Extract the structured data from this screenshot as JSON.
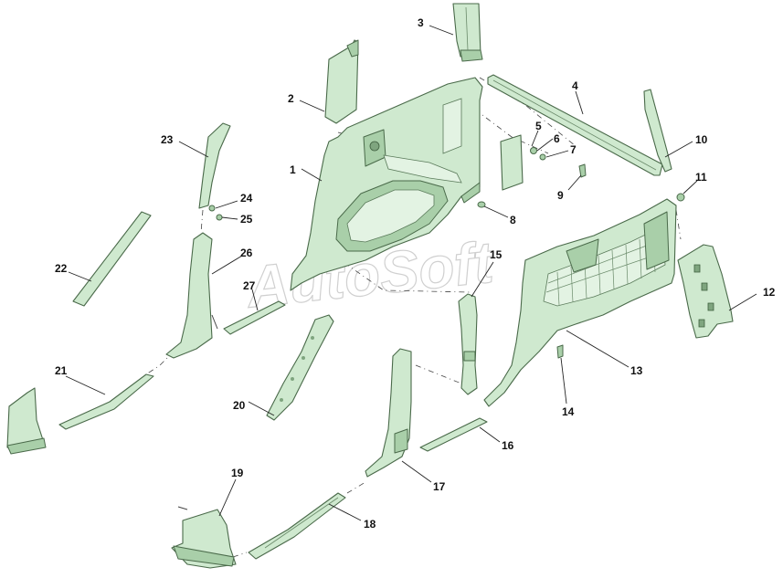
{
  "watermark": "AutoSoft",
  "callouts": [
    "1",
    "2",
    "3",
    "4",
    "5",
    "6",
    "7",
    "8",
    "9",
    "10",
    "11",
    "12",
    "13",
    "14",
    "15",
    "16",
    "17",
    "18",
    "19",
    "20",
    "21",
    "22",
    "23",
    "24",
    "25",
    "26",
    "27"
  ],
  "colors": {
    "part_fill": "#cfe9cf",
    "part_stroke": "#4a6a4a"
  }
}
